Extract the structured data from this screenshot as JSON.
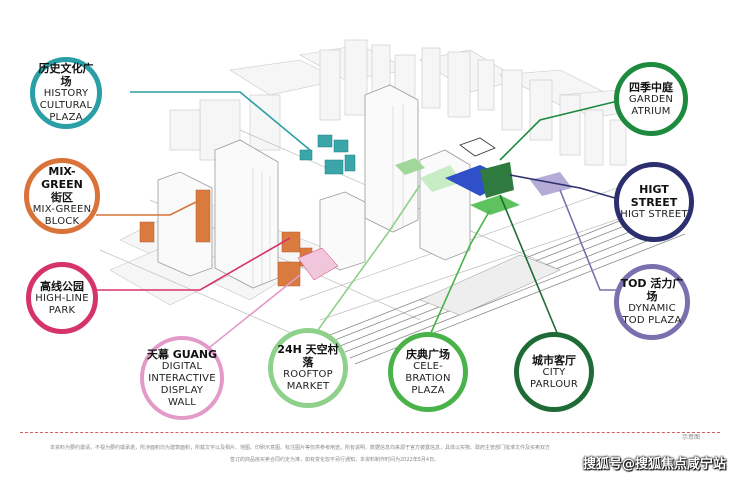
{
  "labels": {
    "history": {
      "zh": "历史文化广场",
      "en1": "HISTORY",
      "en2": "CULTURAL",
      "en3": "PLAZA",
      "color": "#2a9fa6"
    },
    "mixgreen": {
      "zh1": "MIX-GREEN",
      "zh2": "街区",
      "en1": "MIX-GREEN",
      "en2": "BLOCK",
      "color": "#d9733a"
    },
    "highline": {
      "zh": "高线公园",
      "en1": "HIGH-LINE",
      "en2": "PARK",
      "color": "#d6336c"
    },
    "tianmu": {
      "zh": "天幕 GUANG",
      "en1": "DIGITAL",
      "en2": "INTERACTIVE",
      "en3": "DISPLAY",
      "en4": "WALL",
      "color": "#e39ac8"
    },
    "rooftop": {
      "zh": "24H 天空村落",
      "en1": "ROOFTOP",
      "en2": "MARKET",
      "color": "#8fd18a"
    },
    "celebration": {
      "zh": "庆典广场",
      "en1": "CELE-",
      "en2": "BRATION",
      "en3": "PLAZA",
      "color": "#49b249"
    },
    "city": {
      "zh": "城市客厅",
      "en1": "CITY",
      "en2": "PARLOUR",
      "color": "#1f6b35"
    },
    "garden": {
      "zh": "四季中庭",
      "en1": "GARDEN",
      "en2": "ATRIUM",
      "color": "#1d8a3e"
    },
    "higt": {
      "zh": "HIGT STREET",
      "en1": "HIGT STREET",
      "color": "#2b2f6e"
    },
    "tod": {
      "zh": "TOD 活力广场",
      "en1": "DYNAMIC",
      "en2": "TOD PLAZA",
      "color": "#7b6fae"
    }
  },
  "footer": {
    "schematic": "示意图",
    "line1": "本资料为要约邀请，不视为要约或承诺，所涉面积均为建筑面积，所载文字以及相片、地图、印刷示意图、标注图片等仅供参考用途，所有说明、数据信息均来源于官方披露信息，具体以实物、政府主管部门批准文件及买卖双方",
    "line2": "签订的商品房买卖合同约定为准，如有变化恕不另行通知，本资料制作时间为2022年5月4日。",
    "watermark": "搜狐号@搜狐焦点咸宁站"
  }
}
